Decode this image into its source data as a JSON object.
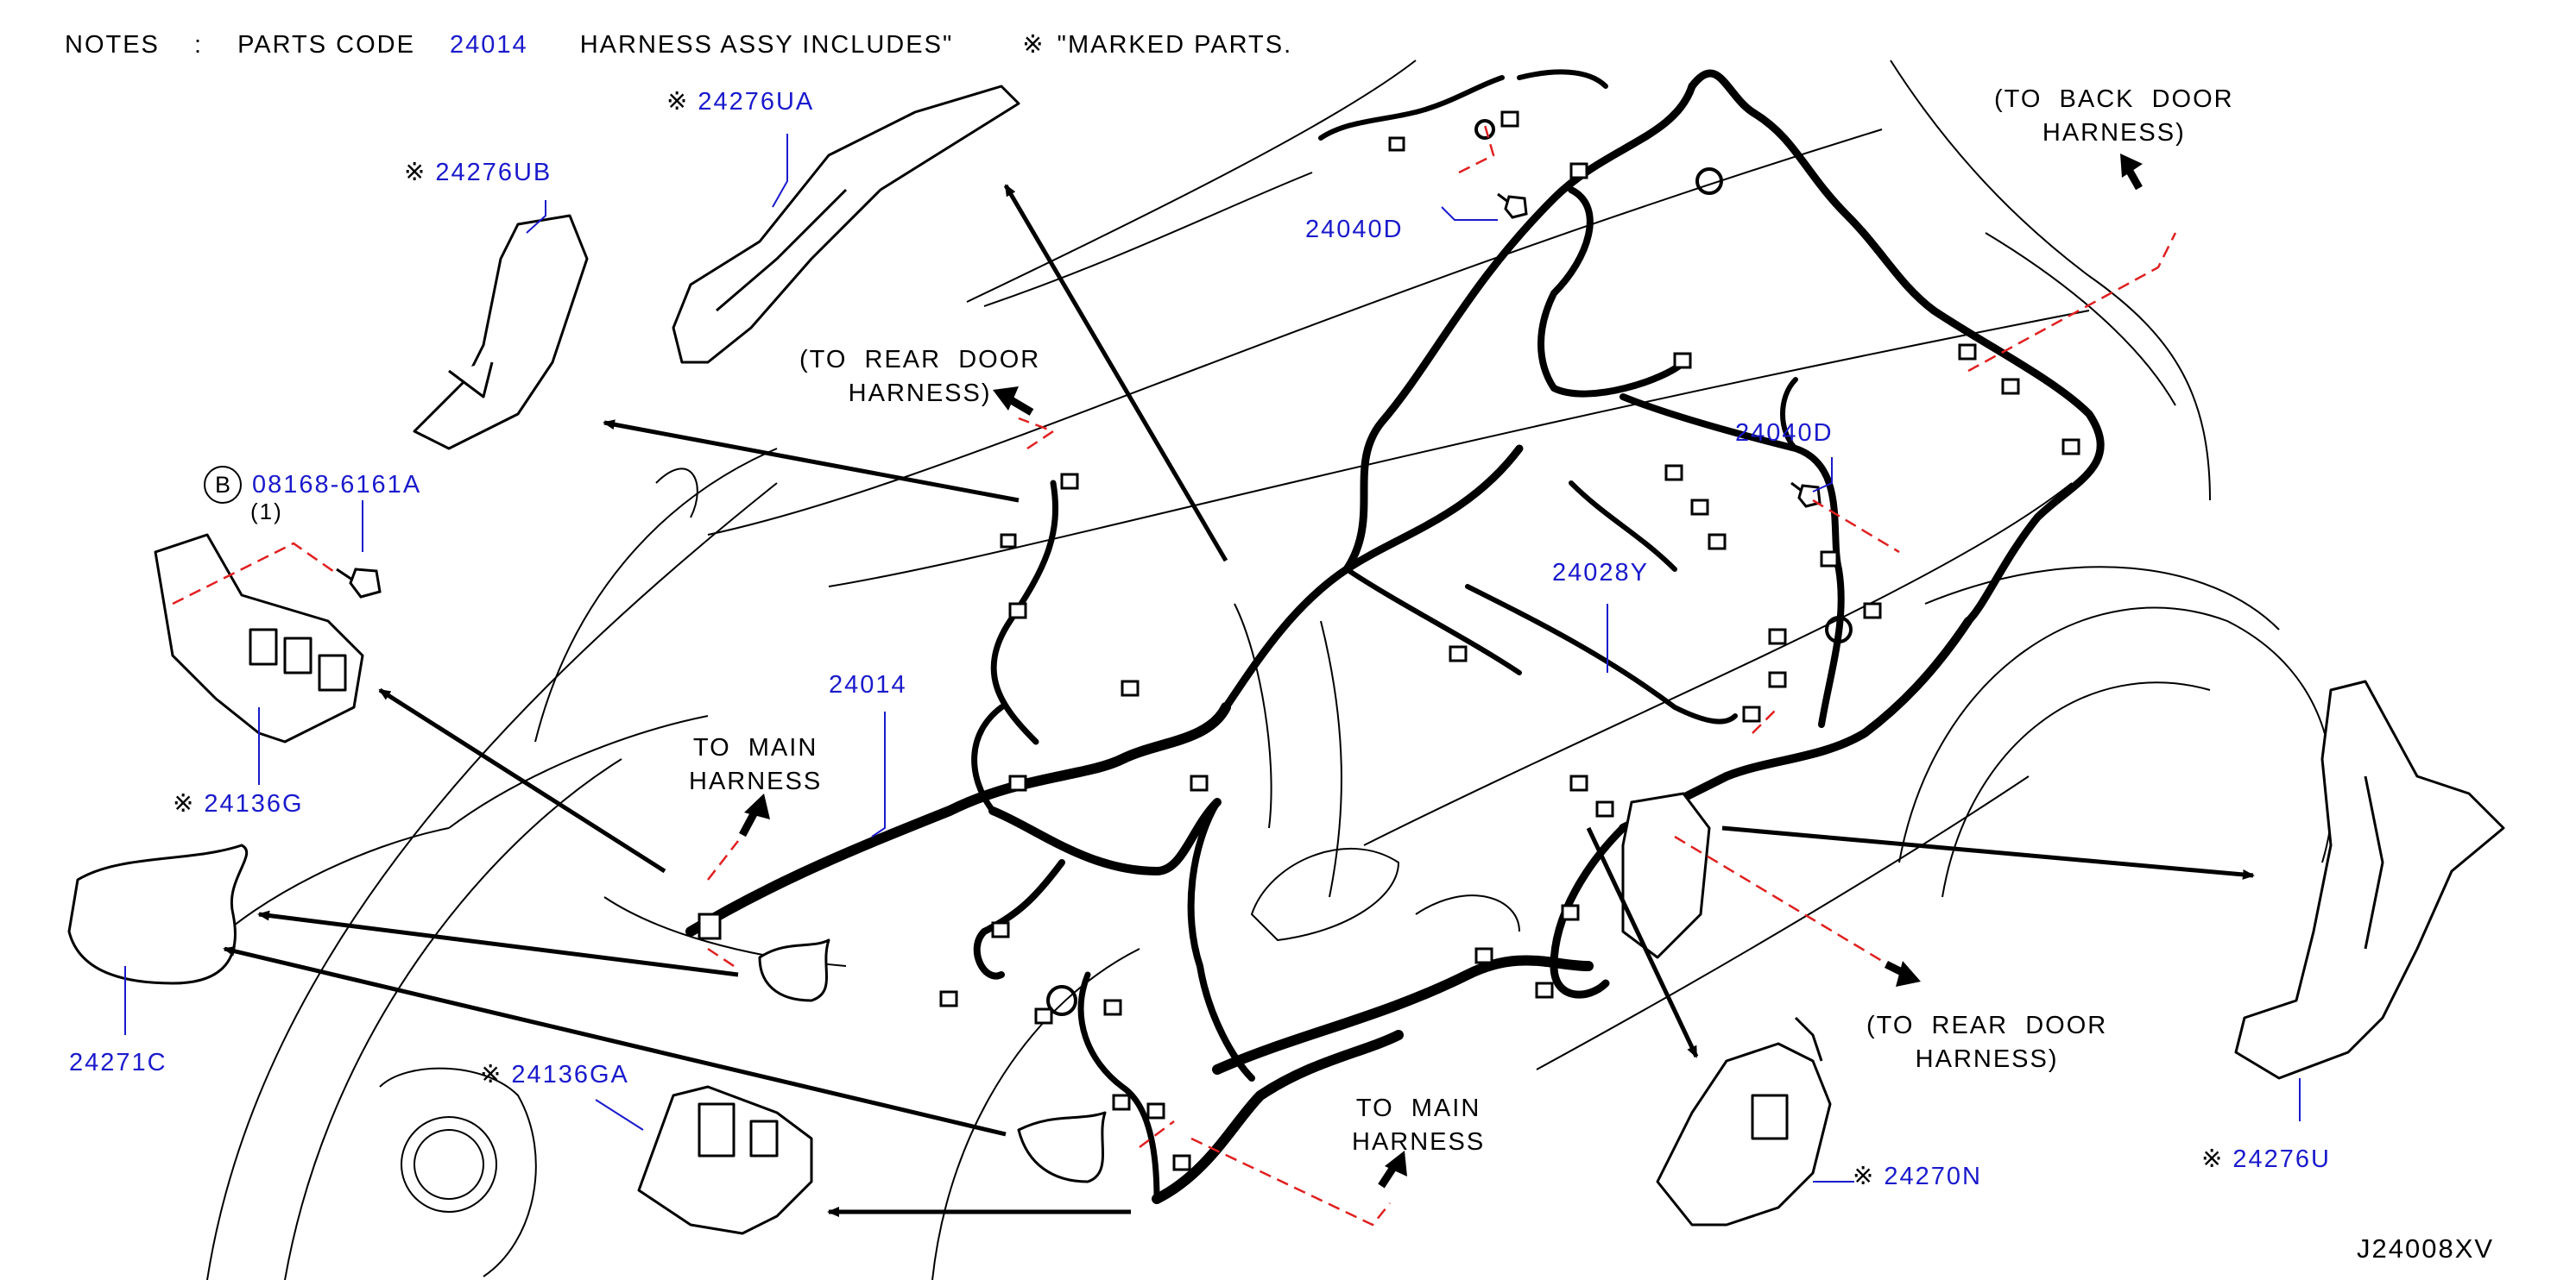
{
  "notes": {
    "prefix": "NOTES",
    "colon": ":",
    "parts_code_label": "PARTS  CODE",
    "parts_code": "24014",
    "includes": "HARNESS  ASSY  INCLUDES\"",
    "mark_symbol": "※",
    "marked_parts": "\"MARKED  PARTS."
  },
  "mark_symbol": "※",
  "parts": {
    "p24276UA": "24276UA",
    "p24276UB": "24276UB",
    "p08168": "08168-6161A",
    "p08168_qty": "(1)",
    "p08168_badge": "B",
    "p24136G": "24136G",
    "p24014": "24014",
    "p24271C": "24271C",
    "p24136GA": "24136GA",
    "p24040D_top": "24040D",
    "p24040D_mid": "24040D",
    "p24028Y": "24028Y",
    "p24270N": "24270N",
    "p24276U": "24276U"
  },
  "callouts": {
    "to_back_door": "(TO  BACK  DOOR\nHARNESS)",
    "to_rear_door_top": "(TO  REAR  DOOR\nHARNESS)",
    "to_main_left": "TO  MAIN\nHARNESS",
    "to_main_bottom": "TO  MAIN\nHARNESS",
    "to_rear_door_right": "(TO  REAR  DOOR\nHARNESS)"
  },
  "diagram_code": "J24008XV",
  "colors": {
    "line": "#000000",
    "part_number": "#1a1acc",
    "dashed_leader": "#e02020"
  }
}
